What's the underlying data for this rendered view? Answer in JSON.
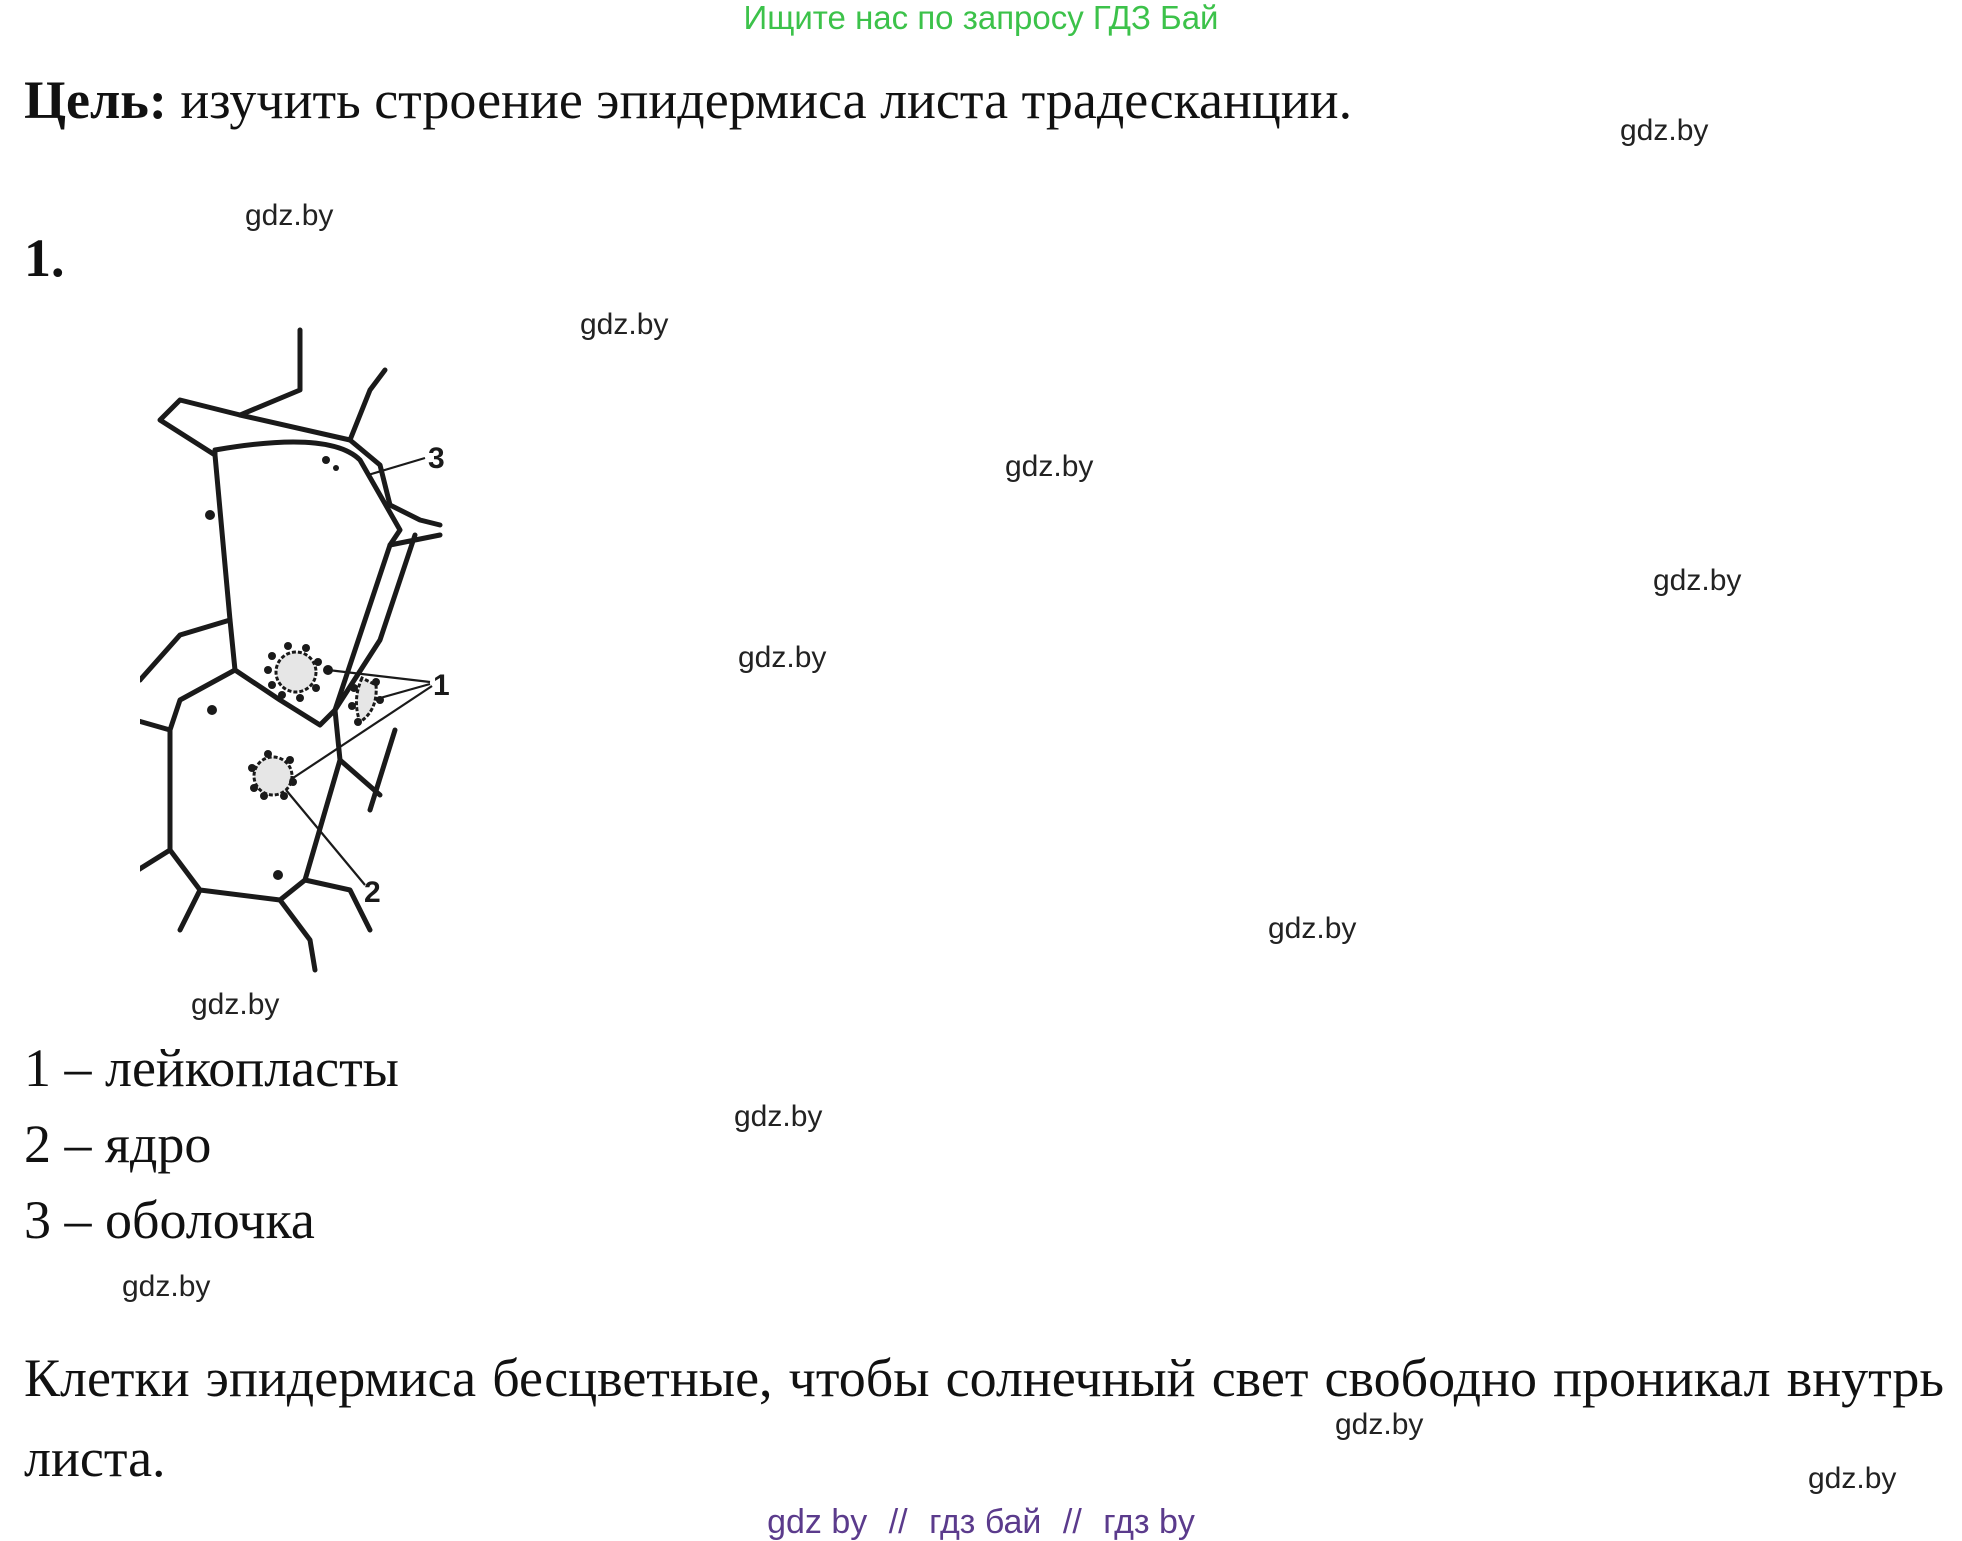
{
  "banner": {
    "text": "Ищите нас по запросу ГДЗ Бай",
    "color": "#3cc24a"
  },
  "goal": {
    "label": "Цель:",
    "text": " изучить строение эпидермиса листа традесканции."
  },
  "task": {
    "number": "1."
  },
  "figure": {
    "labels": {
      "one": "1",
      "two": "2",
      "three": "3"
    }
  },
  "legend": [
    "1 – лейкопласты",
    "2 – ядро",
    "3 – оболочка"
  ],
  "conclusion": "Клетки эпидермиса бесцветные, чтобы солнечный свет свободно проникал внутрь листа.",
  "watermarks": [
    "gdz.by",
    "gdz.by",
    "gdz.by",
    "gdz.by",
    "gdz.by",
    "gdz.by",
    "gdz.by",
    "gdz.by",
    "gdz.by",
    "gdz.by",
    "gdz.by",
    "gdz.by"
  ],
  "footer": {
    "color": "#5b3b8c",
    "items": [
      "gdz by",
      "//",
      "гдз бай",
      "//",
      "гдз by"
    ]
  }
}
